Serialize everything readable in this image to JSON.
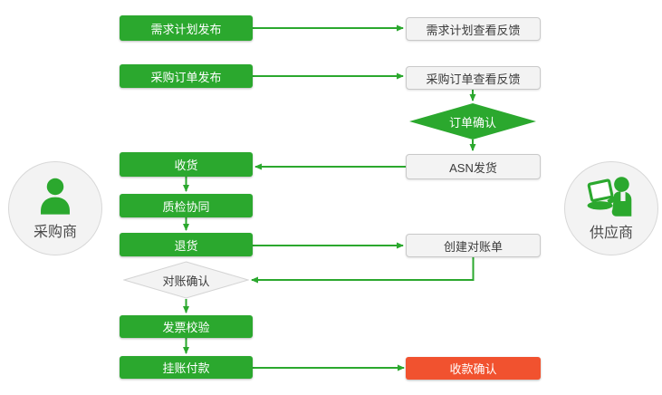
{
  "diagram": {
    "colors": {
      "green": "#2ba82e",
      "red": "#f1522f",
      "node-bg": "#f3f3f3",
      "node-border": "#c9c9c9",
      "diamond-border": "#d4d4d4",
      "circle-border": "#d8d8d8",
      "text-dark": "#3b3b3b",
      "actor-text": "#4a4a4a"
    },
    "actors": {
      "buyer": {
        "label": "采购商",
        "icon": "person-icon"
      },
      "supplier": {
        "label": "供应商",
        "icon": "person-computer-icon"
      }
    },
    "nodes": {
      "demand_publish": "需求计划发布",
      "demand_feedback": "需求计划查看反馈",
      "po_publish": "采购订单发布",
      "po_feedback": "采购订单查看反馈",
      "order_confirm": "订单确认",
      "asn_ship": "ASN发货",
      "receive": "收货",
      "quality_collab": "质检协同",
      "return_goods": "退货",
      "create_statement": "创建对账单",
      "recon_confirm": "对账确认",
      "invoice_check": "发票校验",
      "payment": "挂账付款",
      "receipt_confirm": "收款确认"
    }
  }
}
